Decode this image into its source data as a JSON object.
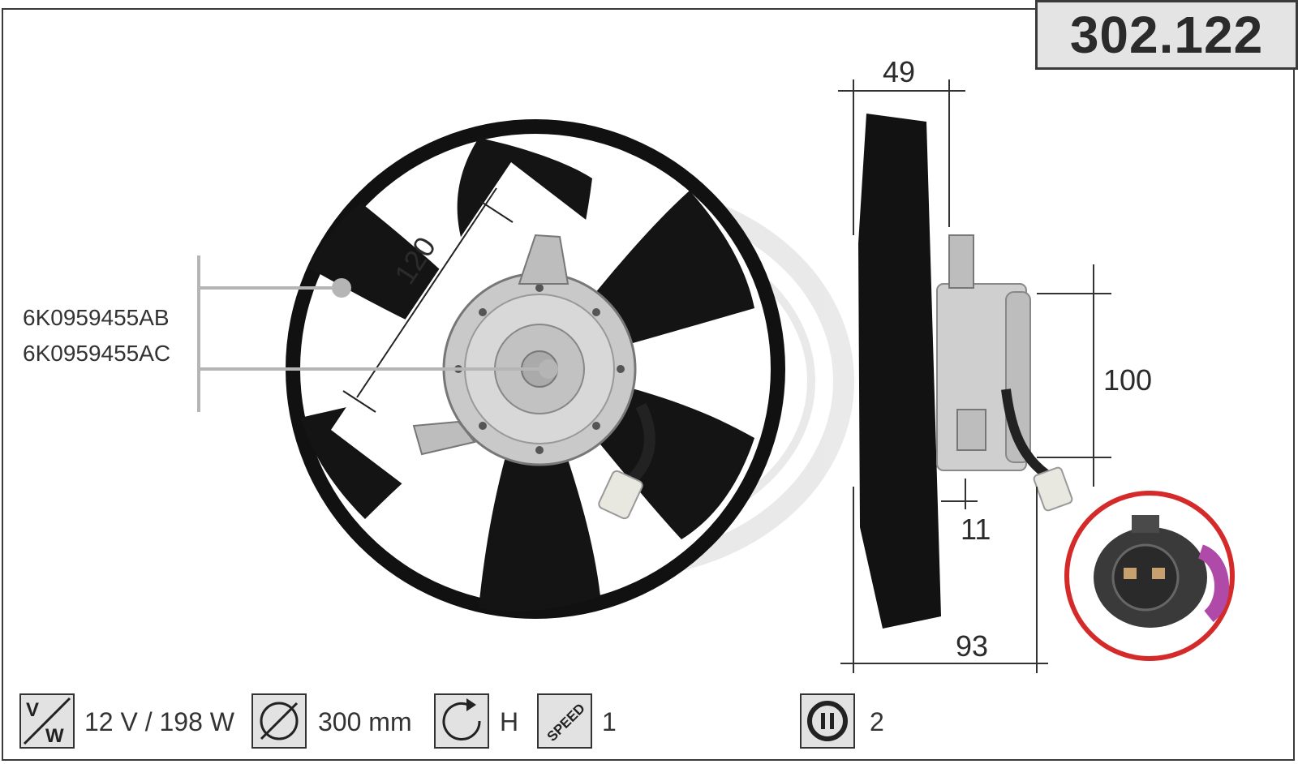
{
  "part_number": "302.122",
  "oem_codes": [
    "6K0959455AB",
    "6K0959455AC"
  ],
  "dimensions": {
    "fan_depth_mm": "49",
    "motor_diameter_mm": "120",
    "motor_height_mm": "100",
    "offset_mm": "11",
    "total_depth_mm": "93"
  },
  "specs": [
    {
      "icon": "voltage-watt-icon",
      "value": "12 V / 198 W"
    },
    {
      "icon": "diameter-icon",
      "value": "300 mm"
    },
    {
      "icon": "rotation-direction-icon",
      "value": "H"
    },
    {
      "icon": "speed-icon",
      "icon_text": "SPEED",
      "value": "1"
    },
    {
      "icon": "connector-pins-icon",
      "value": "2"
    }
  ],
  "colors": {
    "background": "#ffffff",
    "accent_red": "#d42a2a",
    "box_fill": "#e4e4e4"
  }
}
